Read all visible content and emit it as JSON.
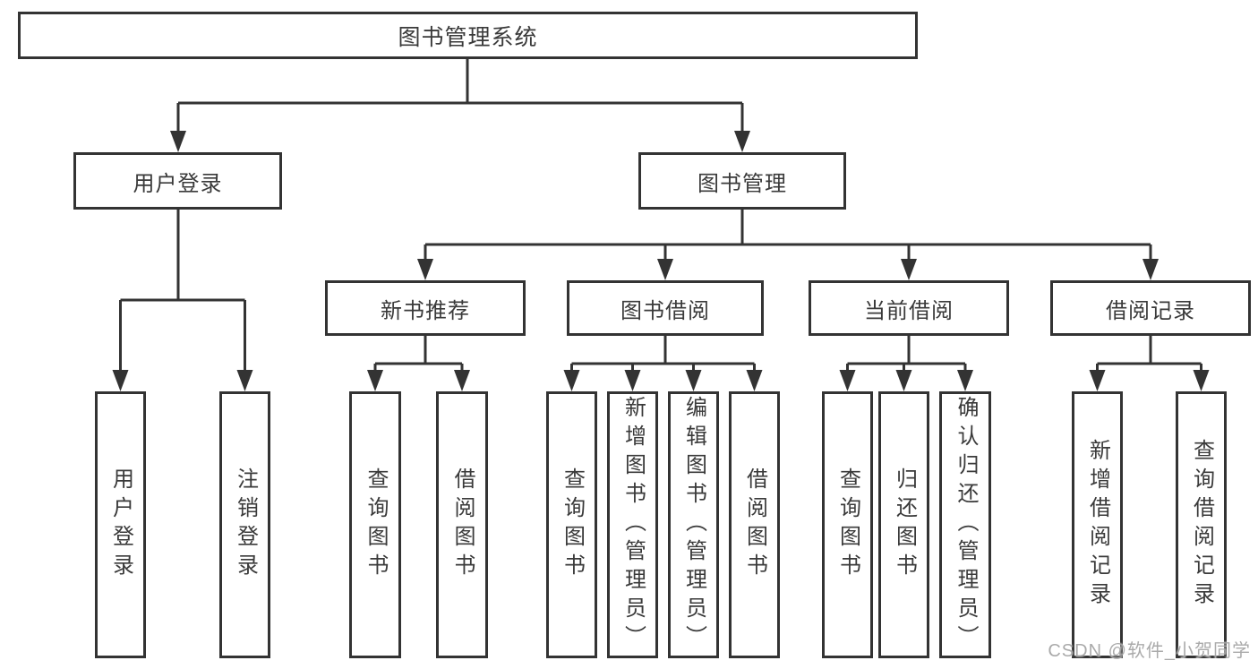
{
  "tree": {
    "label": "图书管理系统",
    "children": [
      {
        "label": "用户登录",
        "children": [
          {
            "label": "用户登录"
          },
          {
            "label": "注销登录"
          }
        ]
      },
      {
        "label": "图书管理",
        "children": [
          {
            "label": "新书推荐",
            "children": [
              {
                "label": "查询图书"
              },
              {
                "label": "借阅图书"
              }
            ]
          },
          {
            "label": "图书借阅",
            "children": [
              {
                "label": "查询图书"
              },
              {
                "label": "新增图书（管理员）"
              },
              {
                "label": "编辑图书（管理员）"
              },
              {
                "label": "借阅图书"
              }
            ]
          },
          {
            "label": "当前借阅",
            "children": [
              {
                "label": "查询图书"
              },
              {
                "label": "归还图书"
              },
              {
                "label": "确认归还（管理员）"
              }
            ]
          },
          {
            "label": "借阅记录",
            "children": [
              {
                "label": "新增借阅记录"
              },
              {
                "label": "查询借阅记录"
              }
            ]
          }
        ]
      }
    ]
  },
  "watermark": {
    "text": "CSDN @软件_小贺同学"
  },
  "colors": {
    "line": "#333333",
    "box_border": "#333333",
    "text": "#3a3a3a",
    "watermark": "#a3a3a3",
    "background": "#ffffff"
  }
}
